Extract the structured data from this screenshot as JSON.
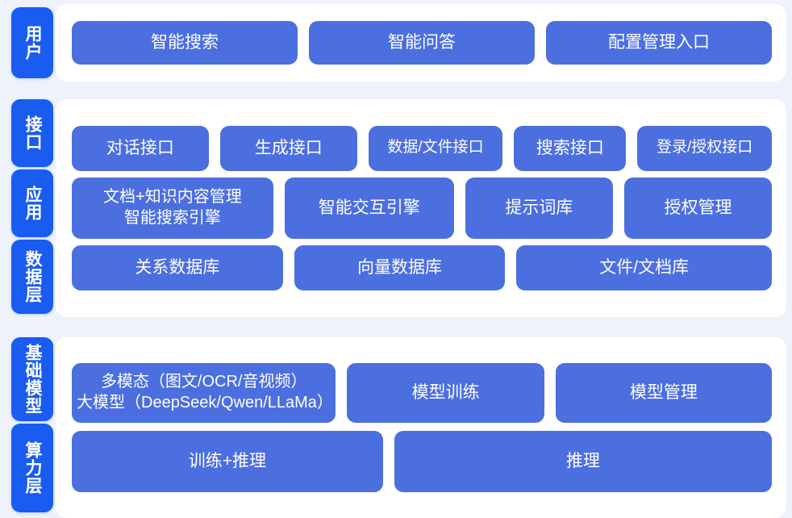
{
  "theme": {
    "background": "#eef2fb",
    "card_background": "#ffffff",
    "tab_color": "#1a5cf0",
    "box_color": "#4c6fe0",
    "text_color": "#ffffff"
  },
  "groups": [
    {
      "id": "user-layer",
      "tabs": [
        {
          "name": "user-tab",
          "label": "用户"
        }
      ],
      "rows": [
        {
          "id": "user-row",
          "boxes": [
            {
              "label": "智能搜索"
            },
            {
              "label": "智能问答"
            },
            {
              "label": "配置管理入口"
            }
          ]
        }
      ]
    },
    {
      "id": "platform-layer",
      "tabs": [
        {
          "name": "interface-tab",
          "label": "接口"
        },
        {
          "name": "application-tab",
          "label": "应用"
        },
        {
          "name": "data-tab",
          "label": "数据层"
        }
      ],
      "rows": [
        {
          "id": "interface-row",
          "boxes": [
            {
              "label": "对话接口"
            },
            {
              "label": "生成接口"
            },
            {
              "label": "数据/文件接口"
            },
            {
              "label": "搜索接口"
            },
            {
              "label": "登录/授权接口"
            }
          ]
        },
        {
          "id": "application-row",
          "boxes": [
            {
              "label": "文档+知识内容管理\n智能搜索引擎"
            },
            {
              "label": "智能交互引擎"
            },
            {
              "label": "提示词库"
            },
            {
              "label": "授权管理"
            }
          ]
        },
        {
          "id": "data-row",
          "boxes": [
            {
              "label": "关系数据库"
            },
            {
              "label": "向量数据库"
            },
            {
              "label": "文件/文档库"
            }
          ]
        }
      ]
    },
    {
      "id": "infrastructure-layer",
      "tabs": [
        {
          "name": "foundation-model-tab",
          "label": "基础模型"
        },
        {
          "name": "compute-tab",
          "label": "算力层"
        }
      ],
      "rows": [
        {
          "id": "foundation-model-row",
          "boxes": [
            {
              "label": "多模态（图文/OCR/音视频）\n大模型（DeepSeek/Qwen/LLaMa）"
            },
            {
              "label": "模型训练"
            },
            {
              "label": "模型管理"
            }
          ]
        },
        {
          "id": "compute-row",
          "boxes": [
            {
              "label": "训练+推理"
            },
            {
              "label": "推理"
            }
          ]
        }
      ]
    }
  ]
}
